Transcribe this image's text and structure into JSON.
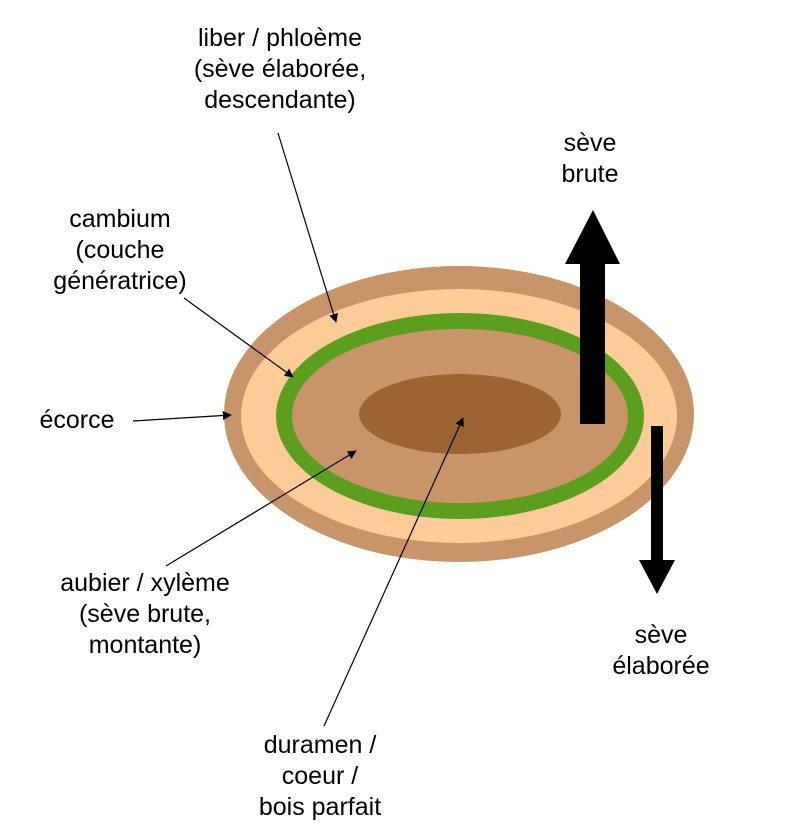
{
  "colors": {
    "bark": "#c8956a",
    "phloem": "#ffcc99",
    "cambium": "#5c9e1e",
    "sapwood": "#c8956a",
    "heartwood": "#9a6533",
    "arrow": "#000000",
    "text": "#000000"
  },
  "labels": {
    "liber": [
      "liber / phloème",
      "(sève élaborée,",
      "descendante)"
    ],
    "cambium": [
      "cambium",
      "(couche",
      "génératrice)"
    ],
    "ecorce": [
      "écorce"
    ],
    "aubier": [
      "aubier / xylème",
      "(sève brute,",
      "montante)"
    ],
    "duramen": [
      "duramen /",
      "coeur /",
      "bois parfait"
    ],
    "seve_brute": [
      "sève",
      "brute"
    ],
    "seve_elaboree": [
      "sève",
      "élaborée"
    ]
  },
  "icons": {
    "up_arrow": "arrow-up-icon",
    "down_arrow": "arrow-down-icon"
  }
}
